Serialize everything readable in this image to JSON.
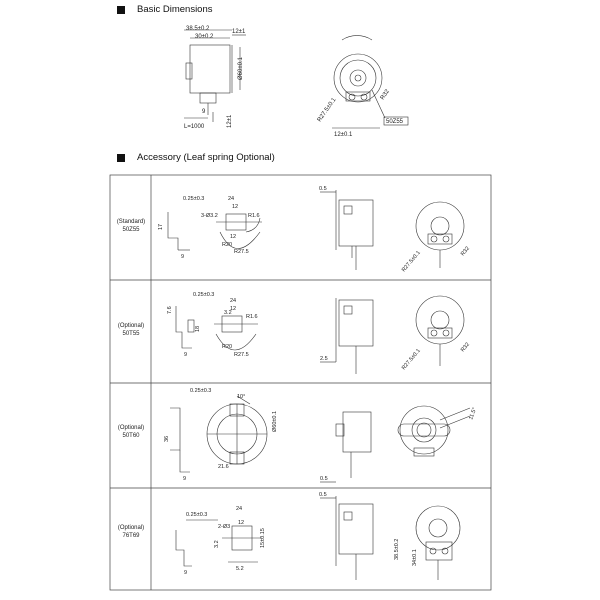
{
  "section1": {
    "title": "Basic Dimensions"
  },
  "section2": {
    "title": "Accessory (Leaf spring Optional)"
  },
  "basic": {
    "dims": [
      "38.5±0.2",
      "30±0.2",
      "12±1",
      "Ø60±0.1",
      "9",
      "L=1000",
      "12±1"
    ],
    "front": [
      "R32",
      "R27.5±0.1",
      "12±0.1",
      "50Z55"
    ]
  },
  "rows": [
    {
      "lines": [
        "(Standard)",
        "50Z55"
      ],
      "dims": [
        "0.25±0.3",
        "24",
        "12",
        "3-Ø3.2",
        "R1.6",
        "12",
        "17",
        "9",
        "R20",
        "R27.5"
      ],
      "side": [
        "0.5"
      ],
      "front": [
        "R27.5±0.1",
        "R32"
      ]
    },
    {
      "lines": [
        "(Optional)",
        "50T55"
      ],
      "dims": [
        "0.25±0.3",
        "24",
        "12",
        "R1.6",
        "3.2",
        "7.6",
        "18",
        "9",
        "R20",
        "R27.5"
      ],
      "side": [
        "2.5"
      ],
      "front": [
        "R27.5±0.1",
        "R32"
      ]
    },
    {
      "lines": [
        "(Optional)",
        "50T60"
      ],
      "dims": [
        "0.25±0.3",
        "10°",
        "Ø60±0.1",
        "36",
        "21.6",
        "9"
      ],
      "side": [
        "0.5"
      ],
      "front": [
        "11.5°"
      ]
    },
    {
      "lines": [
        "(Optional)",
        "76T69"
      ],
      "dims": [
        "0.25±0.3",
        "24",
        "2-Ø3",
        "12",
        "15±0.15",
        "3.2",
        "5.2",
        "9"
      ],
      "side": [
        "0.5"
      ],
      "front": [
        "38.5±0.2",
        "34±0.1"
      ]
    }
  ]
}
